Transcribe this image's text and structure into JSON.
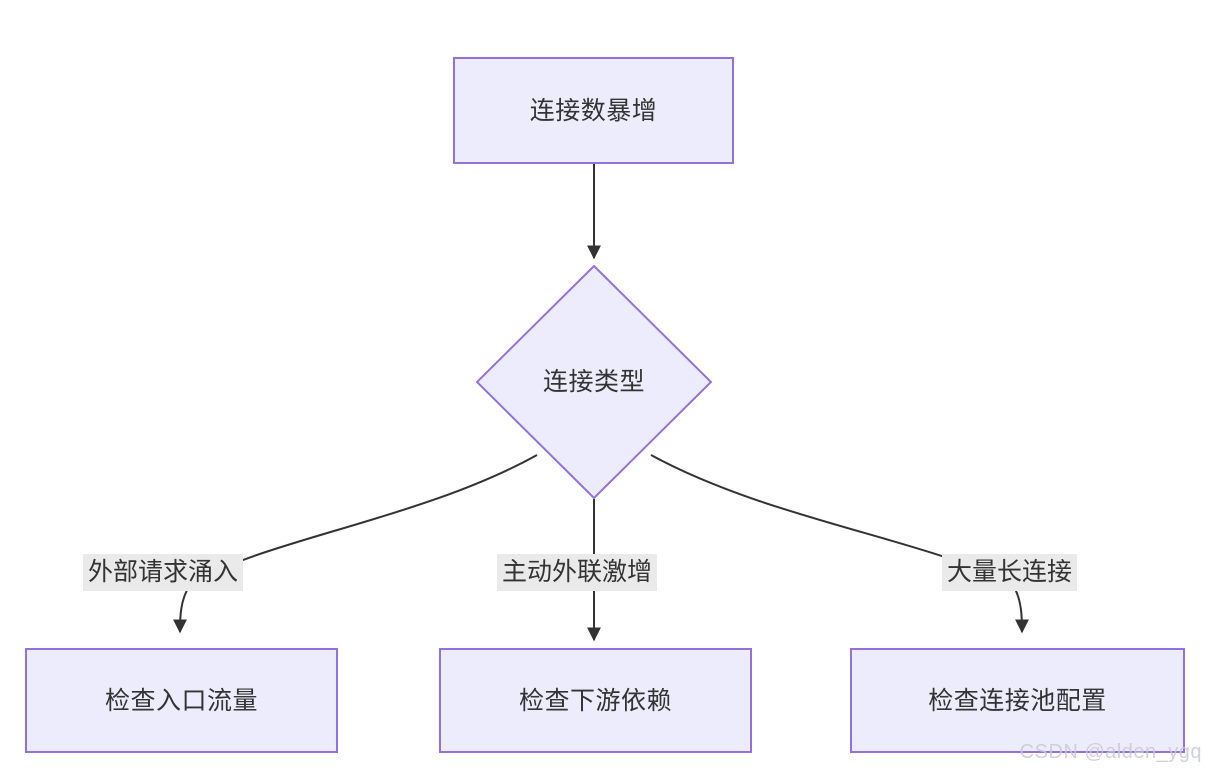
{
  "diagram": {
    "type": "flowchart",
    "direction": "top-down",
    "background_color": "#ffffff",
    "node_fill_color": "#ececfd",
    "node_border_color": "#9370db",
    "edge_color": "#333333",
    "text_color": "#333333",
    "edge_label_bg_color": "#eaeaea"
  },
  "nodes": {
    "surge": {
      "id": "surge",
      "label": "连接数暴增",
      "shape": "rectangle"
    },
    "type": {
      "id": "type",
      "label": "连接类型",
      "shape": "diamond"
    },
    "ingress": {
      "id": "ingress",
      "label": "检查入口流量",
      "shape": "rectangle"
    },
    "downstream": {
      "id": "downstream",
      "label": "检查下游依赖",
      "shape": "rectangle"
    },
    "pool": {
      "id": "pool",
      "label": "检查连接池配置",
      "shape": "rectangle"
    }
  },
  "edges": [
    {
      "from": "surge",
      "to": "type",
      "label": "",
      "arrow": "arrow-head"
    },
    {
      "from": "type",
      "to": "ingress",
      "label": "外部请求涌入",
      "arrow": "arrow-head"
    },
    {
      "from": "type",
      "to": "downstream",
      "label": "主动外联激增",
      "arrow": "arrow-head"
    },
    {
      "from": "type",
      "to": "pool",
      "label": "大量长连接",
      "arrow": "arrow-head"
    }
  ],
  "edge_labels": {
    "external": "外部请求涌入",
    "outbound": "主动外联激增",
    "longconn": "大量长连接"
  },
  "watermark": {
    "text": "CSDN @alden_ygq"
  }
}
